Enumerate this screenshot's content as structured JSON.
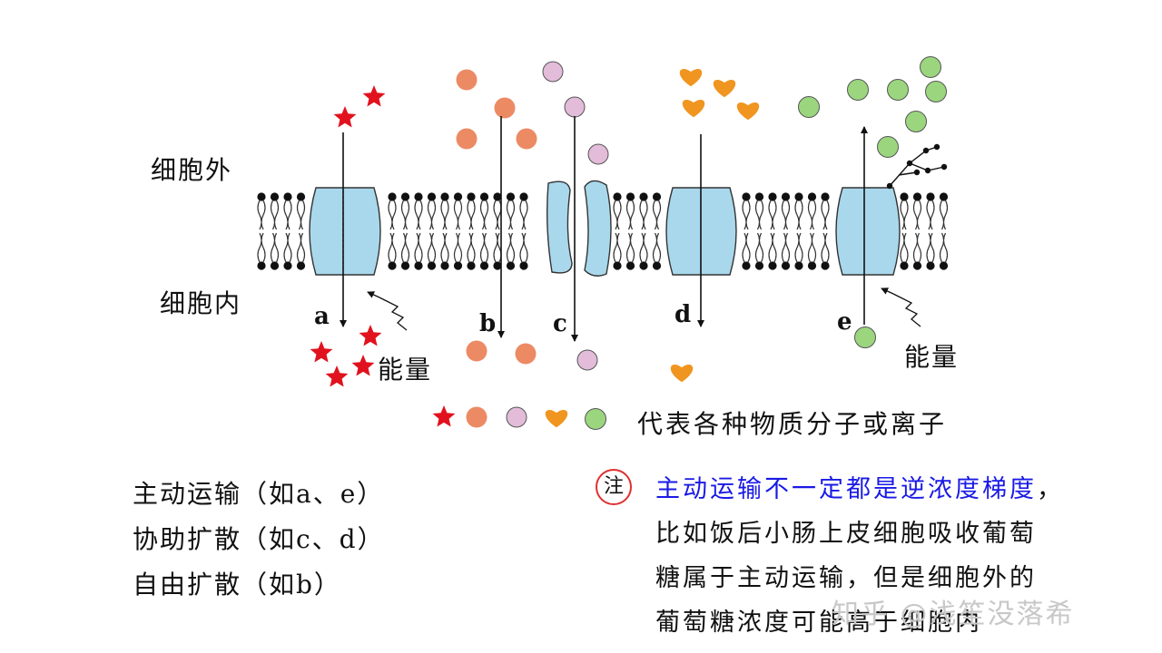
{
  "labels": {
    "outside": "细胞外",
    "inside": "细胞内",
    "energy_a": "能量",
    "energy_e": "能量"
  },
  "channels": {
    "a": "a",
    "b": "b",
    "c": "c",
    "d": "d",
    "e": "e"
  },
  "legend": {
    "text": "代表各种物质分子或离子",
    "items": [
      "star",
      "salmon-circle",
      "pink-circle",
      "orange-heart",
      "green-circle"
    ]
  },
  "transport_types": [
    "主动运输（如a、e）",
    "协助扩散（如c、d）",
    "自由扩散（如b）"
  ],
  "note": {
    "marker": "注",
    "line1_blue": "主动运输不一定都是逆浓度梯度",
    "line1_tail": "，",
    "line2": "比如饭后小肠上皮细胞吸收葡萄",
    "line3": "糖属于主动运输，但是细胞外的",
    "line4": "葡萄糖浓度可能高于细胞内"
  },
  "watermark": "知乎 @浅笙没落希",
  "colors": {
    "protein": "#a9d8ec",
    "star": "#e1121e",
    "salmon": "#ec8a64",
    "pink": "#e2bcd9",
    "heart": "#f0951f",
    "green": "#9bd67f",
    "note_blue": "#1a1ae6",
    "note_circle": "#e03030"
  }
}
